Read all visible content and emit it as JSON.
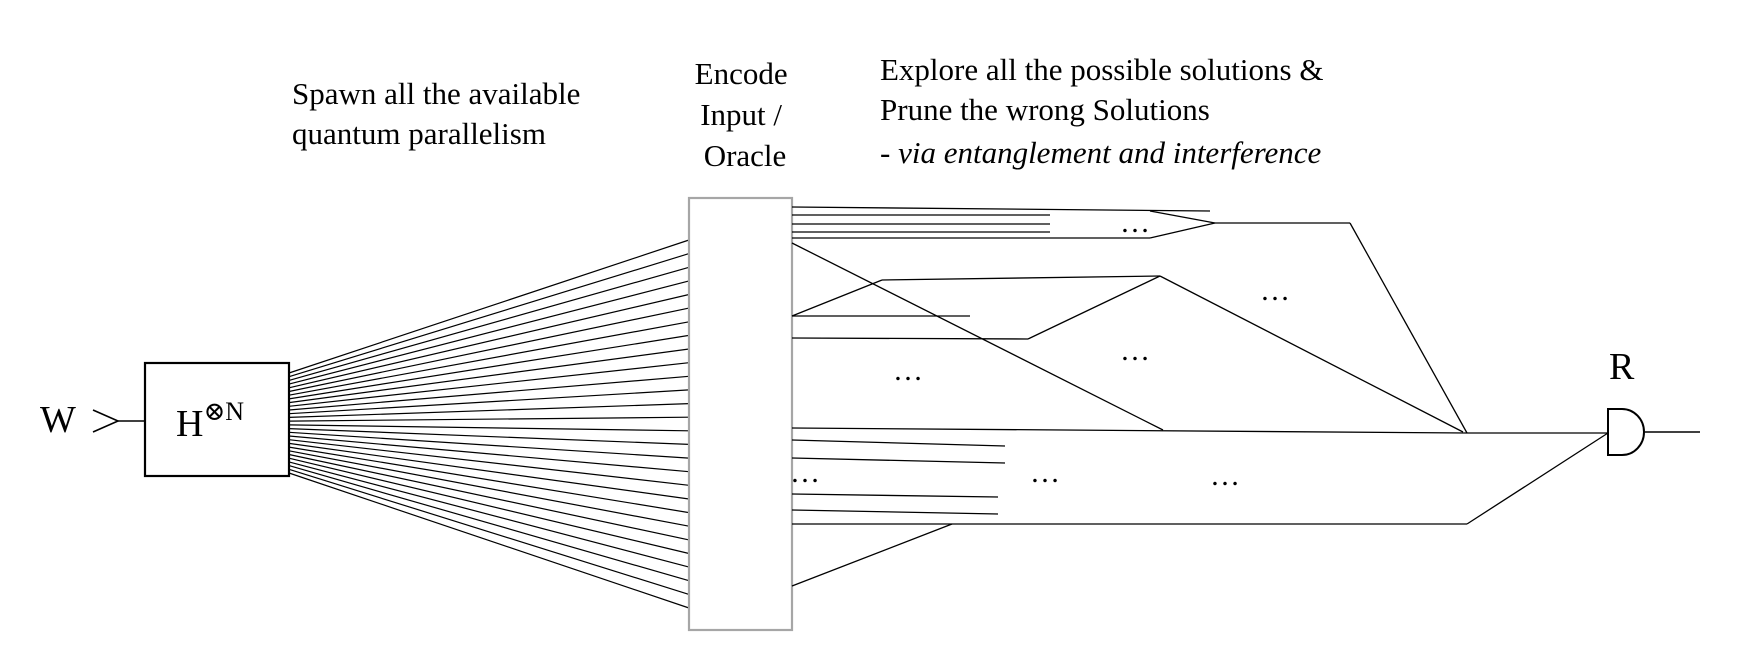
{
  "diagram": {
    "input_label": "W",
    "hadamard": {
      "base": "H",
      "superscript": "⊗N"
    },
    "output_label": "R",
    "captions": {
      "spawn": [
        "Spawn all the available",
        "quantum parallelism"
      ],
      "encode": [
        "Encode",
        "Input /",
        "Oracle"
      ],
      "explore": [
        "Explore all the possible solutions &",
        "Prune the wrong Solutions"
      ],
      "explore_prefix": "- ",
      "explore_italic": "via entanglement and interference"
    },
    "ellipsis": "…"
  },
  "colors": {
    "stroke": "#000000",
    "oracle_border": "#a6a6a6",
    "background": "#ffffff"
  }
}
